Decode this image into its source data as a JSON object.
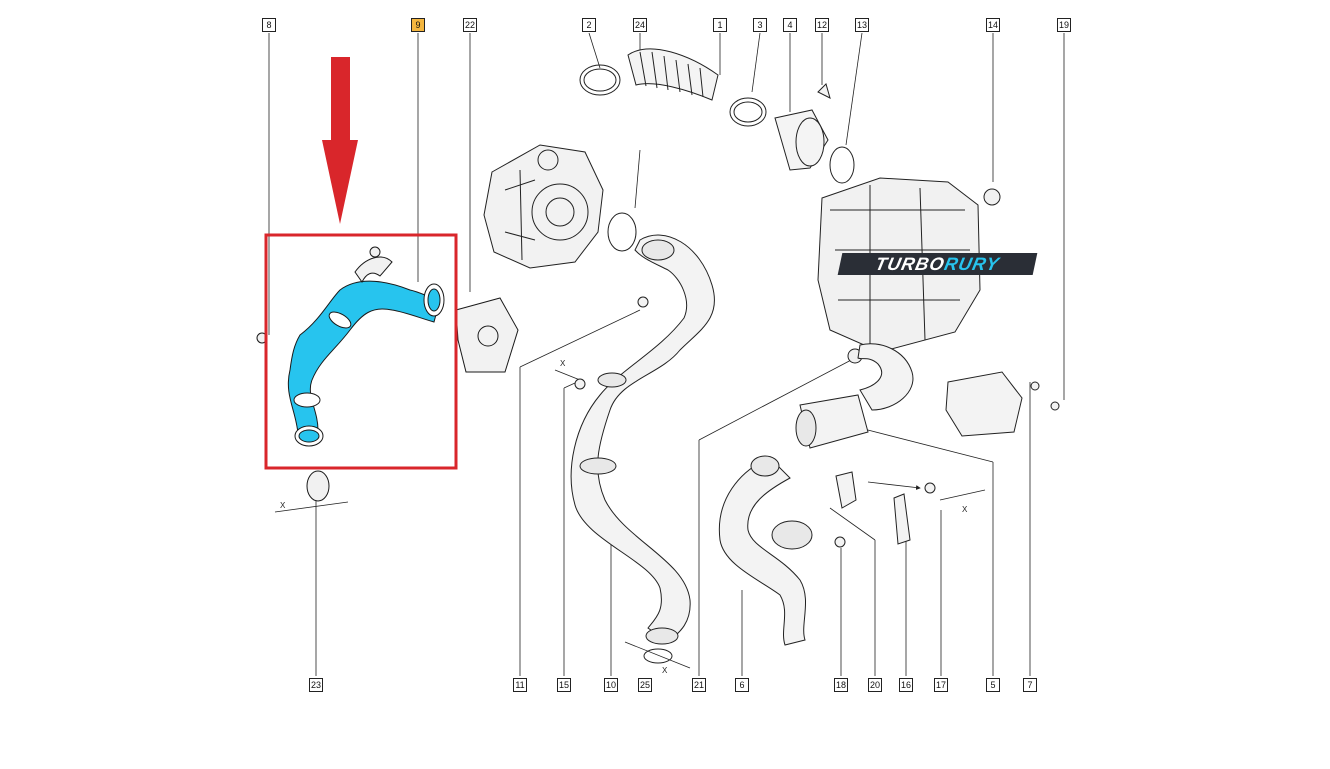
{
  "diagram": {
    "callouts_top": [
      "8",
      "9",
      "22",
      "2",
      "24",
      "1",
      "3",
      "4",
      "12",
      "13",
      "14",
      "19"
    ],
    "callouts_bottom": [
      "23",
      "11",
      "15",
      "10",
      "25",
      "21",
      "6",
      "18",
      "20",
      "16",
      "17",
      "5",
      "7"
    ],
    "highlighted_part": "9",
    "dimension_marker": "X",
    "highlight_color": "#27c4ee",
    "frame_color": "#d9262b"
  },
  "watermark": {
    "part1": "TURBO",
    "part2": "RURY"
  }
}
